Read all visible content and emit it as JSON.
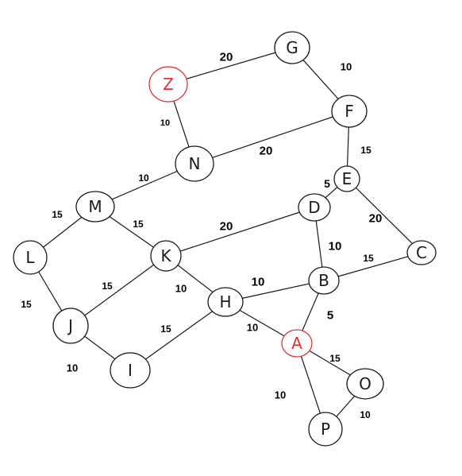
{
  "graph": {
    "colors": {
      "stroke": "#1a1a1a",
      "highlight": "#e03030",
      "weight_text": "#000000"
    },
    "nodes": [
      {
        "id": "Z",
        "label": "Z",
        "highlight": true
      },
      {
        "id": "G",
        "label": "G",
        "highlight": false
      },
      {
        "id": "F",
        "label": "F",
        "highlight": false
      },
      {
        "id": "N",
        "label": "N",
        "highlight": false
      },
      {
        "id": "E",
        "label": "E",
        "highlight": false
      },
      {
        "id": "M",
        "label": "M",
        "highlight": false
      },
      {
        "id": "D",
        "label": "D",
        "highlight": false
      },
      {
        "id": "L",
        "label": "L",
        "highlight": false
      },
      {
        "id": "K",
        "label": "K",
        "highlight": false
      },
      {
        "id": "C",
        "label": "C",
        "highlight": false
      },
      {
        "id": "B",
        "label": "B",
        "highlight": false
      },
      {
        "id": "H",
        "label": "H",
        "highlight": false
      },
      {
        "id": "J",
        "label": "J",
        "highlight": false
      },
      {
        "id": "A",
        "label": "A",
        "highlight": true
      },
      {
        "id": "I",
        "label": "I",
        "highlight": false
      },
      {
        "id": "O",
        "label": "O",
        "highlight": false
      },
      {
        "id": "P",
        "label": "P",
        "highlight": false
      }
    ],
    "edges": [
      {
        "from": "Z",
        "to": "G",
        "weight": "20"
      },
      {
        "from": "G",
        "to": "F",
        "weight": "10"
      },
      {
        "from": "Z",
        "to": "N",
        "weight": "10"
      },
      {
        "from": "N",
        "to": "F",
        "weight": "20"
      },
      {
        "from": "F",
        "to": "E",
        "weight": "15"
      },
      {
        "from": "N",
        "to": "M",
        "weight": "10"
      },
      {
        "from": "E",
        "to": "D",
        "weight": "5"
      },
      {
        "from": "E",
        "to": "C",
        "weight": "20"
      },
      {
        "from": "M",
        "to": "L",
        "weight": "15"
      },
      {
        "from": "M",
        "to": "K",
        "weight": "15"
      },
      {
        "from": "K",
        "to": "D",
        "weight": "20"
      },
      {
        "from": "D",
        "to": "B",
        "weight": "10"
      },
      {
        "from": "B",
        "to": "C",
        "weight": "15"
      },
      {
        "from": "L",
        "to": "J",
        "weight": "15"
      },
      {
        "from": "K",
        "to": "J",
        "weight": "15"
      },
      {
        "from": "K",
        "to": "H",
        "weight": "10"
      },
      {
        "from": "H",
        "to": "B",
        "weight": "10"
      },
      {
        "from": "H",
        "to": "A",
        "weight": "10"
      },
      {
        "from": "B",
        "to": "A",
        "weight": "5"
      },
      {
        "from": "J",
        "to": "I",
        "weight": "10"
      },
      {
        "from": "H",
        "to": "I",
        "weight": "15"
      },
      {
        "from": "A",
        "to": "O",
        "weight": "15"
      },
      {
        "from": "A",
        "to": "P",
        "weight": "10"
      },
      {
        "from": "P",
        "to": "O",
        "weight": "10"
      }
    ]
  }
}
